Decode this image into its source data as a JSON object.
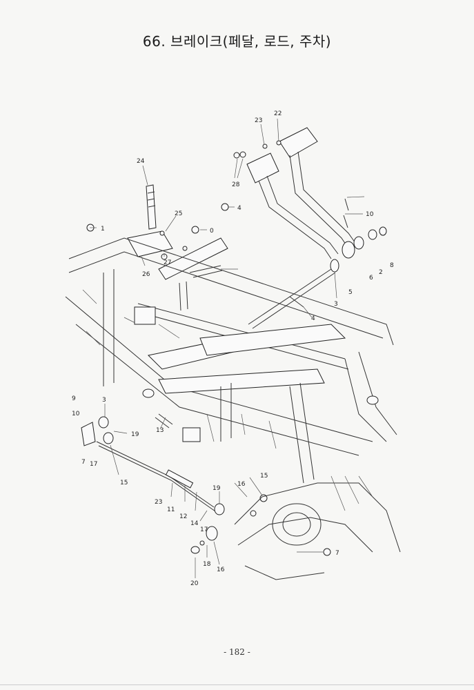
{
  "document": {
    "title": "66. 브레이크(페달, 로드, 주차)",
    "page_number": "- 182 -"
  },
  "callouts": {
    "c22": "22",
    "c23": "23",
    "c28": "28",
    "c24": "24",
    "c25": "25",
    "c27": "27",
    "c26": "26",
    "c4a": "4",
    "c0": "0",
    "c1": "1",
    "c10a": "10",
    "c6": "6",
    "c5": "5",
    "c2": "2",
    "c8": "8",
    "c3": "3",
    "c4b": "4",
    "c9": "9",
    "c3b": "3",
    "c10b": "10",
    "c19a": "19",
    "c13": "13",
    "c7": "7",
    "c17a": "17",
    "c15": "15",
    "c23b": "23",
    "c11": "11",
    "c12": "12",
    "c14": "14",
    "c17b": "17",
    "c19b": "19",
    "c16a": "16",
    "c15b": "15",
    "c18": "18",
    "c16b": "16",
    "c20": "20",
    "c7b": "7"
  }
}
